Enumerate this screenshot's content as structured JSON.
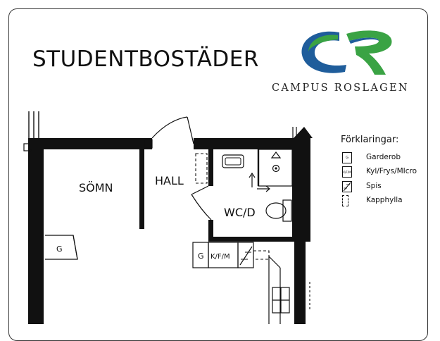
{
  "header": {
    "title": "STUDENTBOSTÄDER",
    "brand_name": "CAMPUS ROSLAGEN",
    "logo_letters": "CR"
  },
  "colors": {
    "logo_blue": "#1f5d9b",
    "logo_green": "#3aa344",
    "wall": "#111111"
  },
  "rooms": {
    "sleep": "SÖMN",
    "hall": "HALL",
    "wc": "WC/D"
  },
  "fixtures": {
    "wardrobe_main": "G",
    "wardrobe_kitchen": "G",
    "fridge": "K/F/M"
  },
  "legend": {
    "title": "Förklaringar:",
    "items": [
      {
        "symbol": "G",
        "label": "Garderob",
        "icon": "wardrobe-symbol"
      },
      {
        "symbol": "K/F/M",
        "label": "Kyl/Frys/MIcro",
        "icon": "fridge-symbol"
      },
      {
        "symbol": "",
        "label": "Spis",
        "icon": "stove-symbol"
      },
      {
        "symbol": "",
        "label": "Kapphylla",
        "icon": "coat-rack-symbol"
      }
    ]
  }
}
